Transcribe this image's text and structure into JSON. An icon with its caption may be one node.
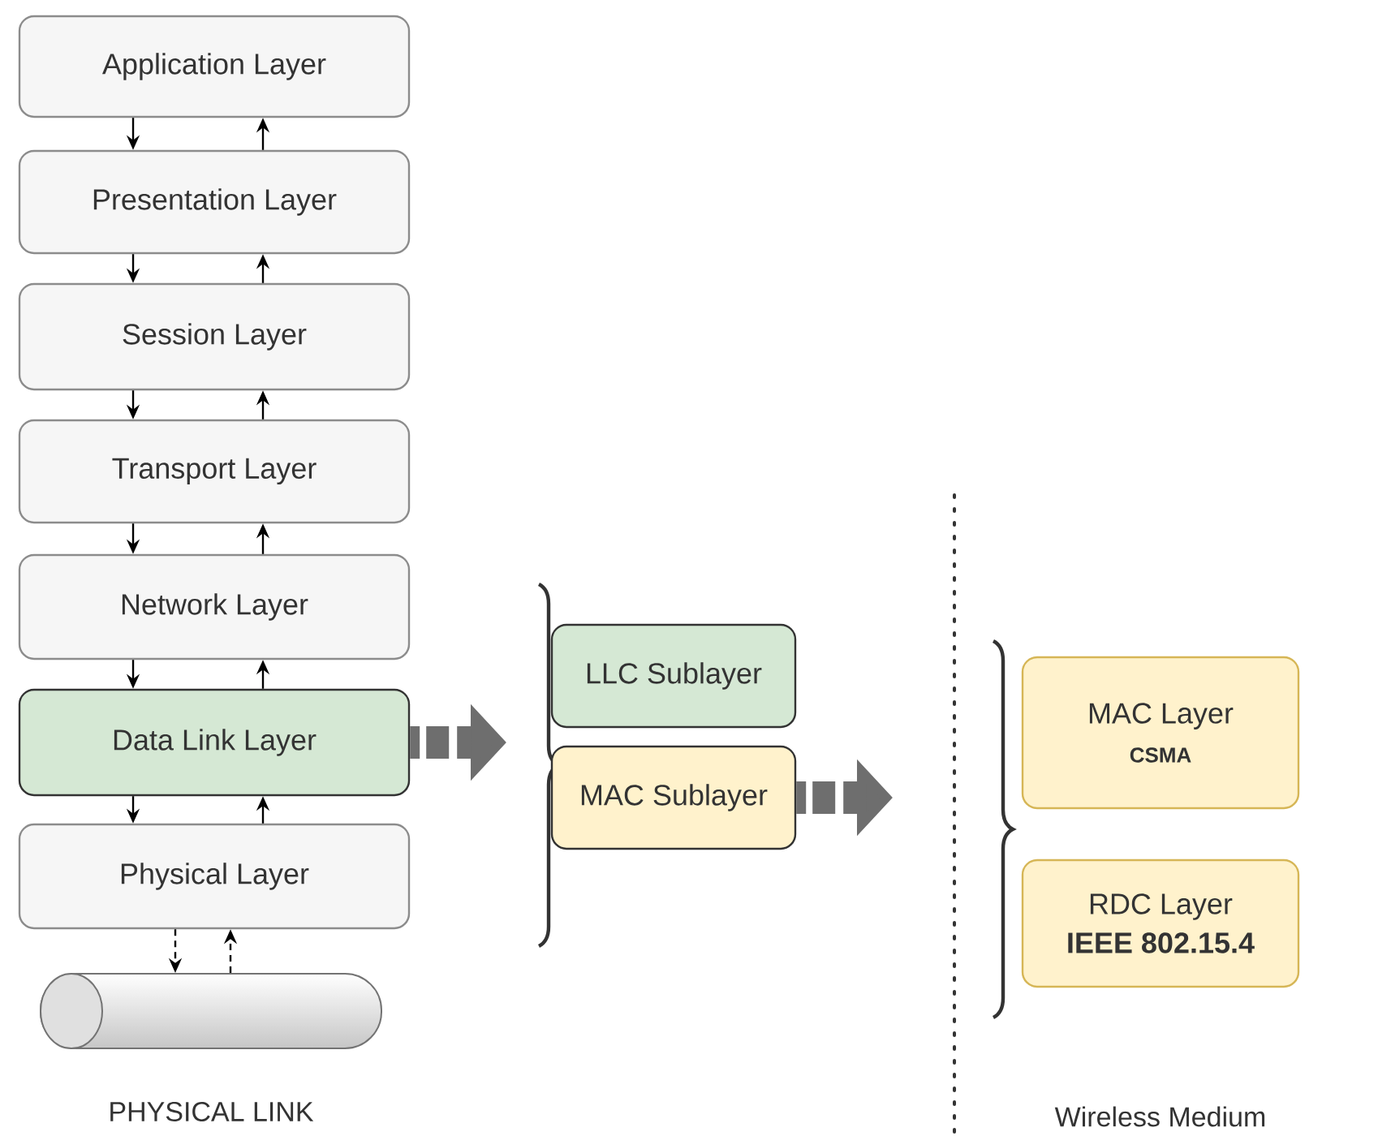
{
  "diagram": {
    "nodes": [
      {
        "text": [
          "Application Layer"
        ]
      },
      {
        "text": [
          "Presentation Layer"
        ]
      },
      {
        "text": [
          "Session Layer"
        ]
      },
      {
        "text": [
          "Transport Layer"
        ]
      },
      {
        "text": [
          "Network Layer"
        ]
      },
      {
        "text": [
          "Data Link Layer"
        ]
      },
      {
        "text": [
          "Physical Layer"
        ]
      },
      {
        "text": [],
        "shape": "cylinder",
        "beside": [
          "PHYSICAL LINK"
        ]
      },
      {
        "text": [
          "LLC Sublayer"
        ]
      },
      {
        "text": [
          "MAC Sublayer"
        ]
      },
      {
        "text": [
          "MAC Layer",
          "CSMA"
        ]
      },
      {
        "text": [
          "RDC Layer",
          "IEEE 802.15.4"
        ]
      }
    ],
    "edges": [
      {
        "from": 0,
        "to": 1,
        "arrow": "to"
      },
      {
        "from": 1,
        "to": 0,
        "arrow": "to"
      },
      {
        "from": 1,
        "to": 2,
        "arrow": "to"
      },
      {
        "from": 2,
        "to": 1,
        "arrow": "to"
      },
      {
        "from": 2,
        "to": 3,
        "arrow": "to"
      },
      {
        "from": 3,
        "to": 2,
        "arrow": "to"
      },
      {
        "from": 3,
        "to": 4,
        "arrow": "to"
      },
      {
        "from": 4,
        "to": 3,
        "arrow": "to"
      },
      {
        "from": 4,
        "to": 5,
        "arrow": "to"
      },
      {
        "from": 5,
        "to": 4,
        "arrow": "to"
      },
      {
        "from": 5,
        "to": 6,
        "arrow": "to"
      },
      {
        "from": 6,
        "to": 5,
        "arrow": "to"
      },
      {
        "from": 6,
        "to": 7,
        "arrow": "to",
        "style": "dashed"
      },
      {
        "from": 7,
        "to": 6,
        "arrow": "to",
        "style": "dashed"
      },
      {
        "from": 5,
        "to": null,
        "arrow": "to",
        "style": "dashed",
        "color": "#6e6e6e"
      },
      {
        "from": 9,
        "to": null,
        "arrow": "to",
        "style": "dashed",
        "color": "#6e6e6e"
      }
    ],
    "labels": [
      "Wireless Medium"
    ]
  }
}
